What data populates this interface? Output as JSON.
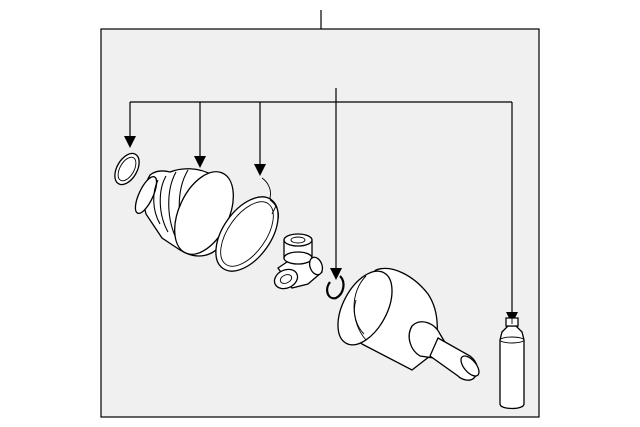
{
  "diagram": {
    "type": "exploded-parts-diagram",
    "background_color": "#ffffff",
    "panel_color": "#f0f0f0",
    "line_color": "#000000",
    "callouts": [],
    "parts": [
      {
        "name": "boot-clamp-small",
        "icon": "ring"
      },
      {
        "name": "cv-boot",
        "icon": "bellows"
      },
      {
        "name": "boot-clamp-large",
        "icon": "ring"
      },
      {
        "name": "tripod-spider",
        "icon": "tripod"
      },
      {
        "name": "snap-ring",
        "icon": "c-clip"
      },
      {
        "name": "outer-housing",
        "icon": "cylinder"
      },
      {
        "name": "grease-tube",
        "icon": "tube"
      }
    ]
  }
}
